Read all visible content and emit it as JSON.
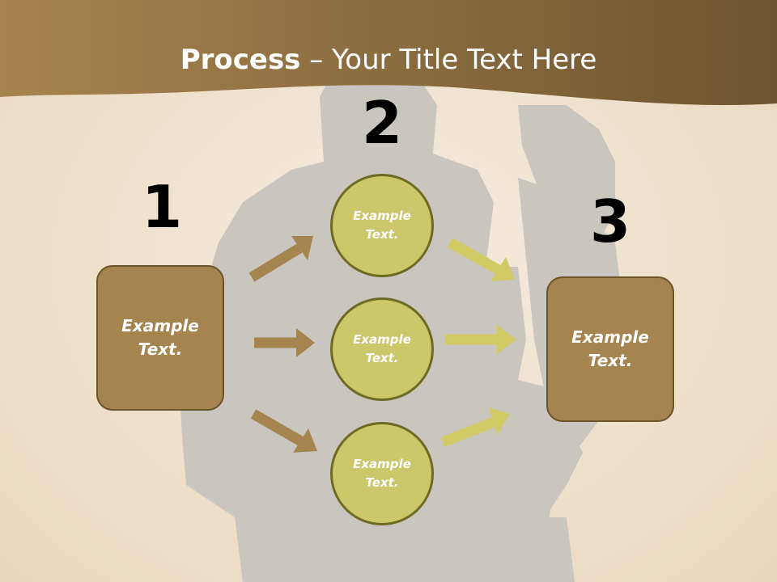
{
  "title": {
    "bold": "Process",
    "rest": " – Your Title Text Here"
  },
  "colors": {
    "banner": "#7a6036",
    "box_fill": "#a5844f",
    "circle_fill": "#ccc76a",
    "brown_arrow": "#a5844f",
    "yellow_arrow": "#d2ca64",
    "silhouette": "#c9c6c0"
  },
  "steps": {
    "one": {
      "number": "1",
      "label": "Example Text."
    },
    "two": {
      "number": "2",
      "items": [
        {
          "label": "Example Text."
        },
        {
          "label": "Example Text."
        },
        {
          "label": "Example Text."
        }
      ]
    },
    "three": {
      "number": "3",
      "label": "Example Text."
    }
  }
}
